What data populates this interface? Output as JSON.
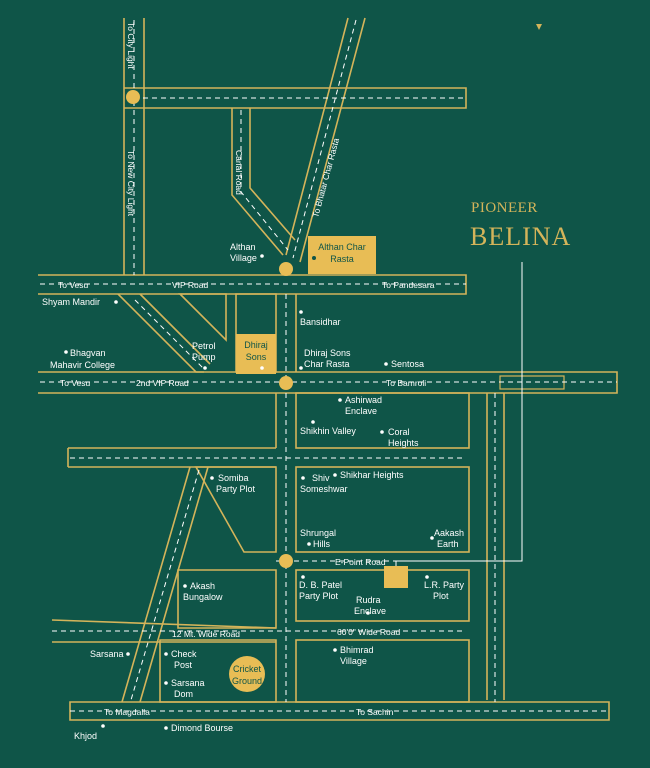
{
  "brand": {
    "line1": "PIONEER",
    "line2": "BELINA"
  },
  "colors": {
    "background": "#0f5548",
    "road_outline": "#d4b45a",
    "highlight": "#e8bd55",
    "text": "#ffffff",
    "dash": "#ffffff"
  },
  "roads": {
    "to_city_light": "To City Light",
    "to_new_city_light": "To New City Light",
    "canal_road": "Canal Road",
    "to_bhatar": "To Bhatar Char Rasta",
    "to_vesu_1": "To Vesu",
    "vip_road": "VIP Road",
    "to_pandesara": "To Pandesara",
    "to_vesu_2": "To Vesu",
    "second_vip_road": "2nd VIP Road",
    "to_bamroli": "To Bamroli",
    "e_point_road": "E-Point Road",
    "twelve_mt_road": "12 Mt. Wide Road",
    "sixty_ft_road": "60'0\" Wide Road",
    "to_magdalla": "To Magdalla",
    "to_sachin": "To Sachin"
  },
  "highlights": {
    "althan_line1": "Althan Char",
    "althan_line2": "Rasta",
    "dhiraj_line1": "Dhiraj",
    "dhiraj_line2": "Sons",
    "cricket_line1": "Cricket",
    "cricket_line2": "Ground"
  },
  "places": {
    "althan_village_1": "Althan",
    "althan_village_2": "Village",
    "shyam_mandir": "Shyam Mandir",
    "bansidhar": "Bansidhar",
    "petrol_pump_1": "Petrol",
    "petrol_pump_2": "Pump",
    "dhiraj_char_1": "Dhiraj Sons",
    "dhiraj_char_2": "Char Rasta",
    "sentosa": "Sentosa",
    "bhagvan_1": "Bhagvan",
    "bhagvan_2": "Mahavir College",
    "ashirwad_1": "Ashirwad",
    "ashirwad_2": "Enclave",
    "shikhin_valley": "Shikhin Valley",
    "coral_1": "Coral",
    "coral_2": "Heights",
    "somiba_1": "Somiba",
    "somiba_2": "Party Plot",
    "shiv_1": "Shiv",
    "shiv_2": "Someshwar",
    "shikhar_heights": "Shikhar Heights",
    "shrungal_1": "Shrungal",
    "shrungal_2": "Hills",
    "aakash_earth_1": "Aakash",
    "aakash_earth_2": "Earth",
    "akash_bungalow_1": "Akash",
    "akash_bungalow_2": "Bungalow",
    "db_patel_1": "D. B. Patel",
    "db_patel_2": "Party Plot",
    "lr_party_1": "L.R. Party",
    "lr_party_2": "Plot",
    "rudra_1": "Rudra",
    "rudra_2": "Enclave",
    "sarsana": "Sarsana",
    "check_post_1": "Check",
    "check_post_2": "Post",
    "sarsana_dom_1": "Sarsana",
    "sarsana_dom_2": "Dom",
    "bhimrad_1": "Bhimrad",
    "bhimrad_2": "Village",
    "khjod": "Khjod",
    "dimond_bourse": "Dimond Bourse"
  }
}
